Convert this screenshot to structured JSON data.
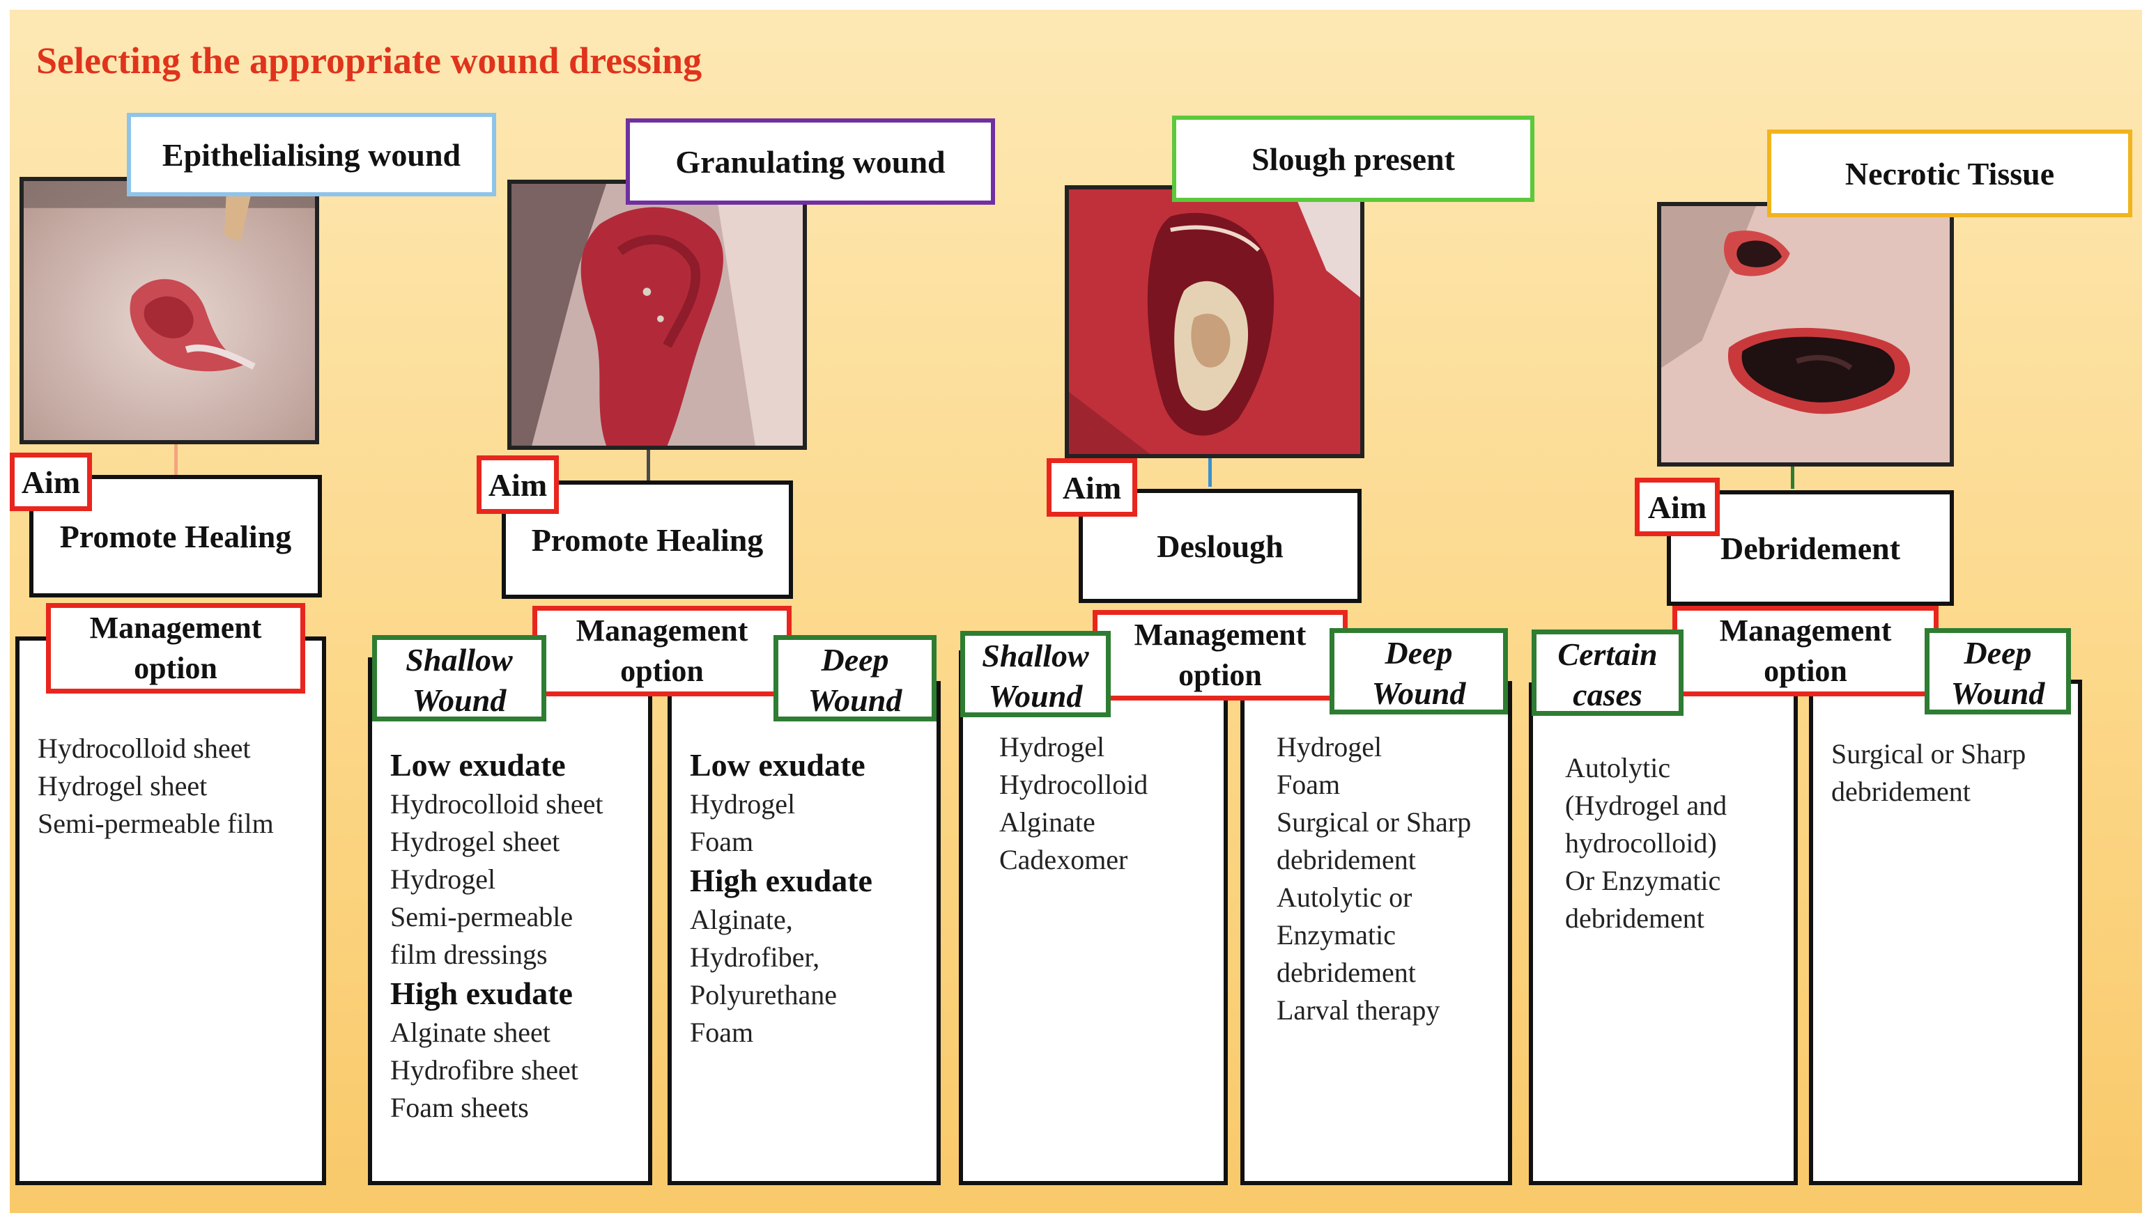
{
  "title": "Selecting the appropriate wound dressing",
  "colors": {
    "title": "#e0331c",
    "aim_border": "#e8261e",
    "tag_border": "#2e7d32",
    "epithelialising": "#8fc4ea",
    "granulating": "#7030a0",
    "slough": "#5cc83c",
    "necrotic": "#f0b41e"
  },
  "columns": [
    {
      "header": "Epithelialising  wound",
      "aim": "Aim",
      "goal": "Promote Healing",
      "management": [
        "Management",
        "option"
      ],
      "options": [
        "Hydrocolloid sheet",
        "Hydrogel sheet",
        "Semi-permeable  film"
      ]
    },
    {
      "header": "Granulating  wound",
      "aim": "Aim",
      "goal": "Promote Healing",
      "management": [
        "Management",
        "option"
      ],
      "left_tag": [
        "Shallow",
        "Wound"
      ],
      "right_tag": [
        "Deep",
        "Wound"
      ],
      "left": {
        "low_label": "Low exudate",
        "low": [
          "Hydrocolloid sheet",
          "Hydrogel sheet",
          "Hydrogel",
          "Semi-permeable",
          "film  dressings"
        ],
        "high_label": "High exudate",
        "high": [
          "Alginate  sheet",
          "Hydrofibre sheet",
          "Foam sheets"
        ]
      },
      "right": {
        "low_label": "Low exudate",
        "low": [
          "Hydrogel",
          "Foam"
        ],
        "high_label": "High exudate",
        "high": [
          "Alginate,",
          "Hydrofiber,",
          "Polyurethane",
          "Foam"
        ]
      }
    },
    {
      "header": "Slough present",
      "aim": "Aim",
      "goal": "Deslough",
      "management": [
        "Management",
        "option"
      ],
      "left_tag": [
        "Shallow",
        "Wound"
      ],
      "right_tag": [
        "Deep",
        "Wound"
      ],
      "left": [
        "Hydrogel",
        "Hydrocolloid",
        "Alginate",
        "Cadexomer"
      ],
      "right": [
        "Hydrogel",
        "Foam",
        "Surgical or Sharp",
        "debridement",
        "Autolytic  or",
        "Enzymatic",
        "debridement",
        "Larval therapy"
      ]
    },
    {
      "header": "Necrotic Tissue",
      "aim": "Aim",
      "goal": "Debridement",
      "management": [
        "Management",
        "option"
      ],
      "left_tag": [
        "Certain",
        "cases"
      ],
      "right_tag": [
        "Deep",
        "Wound"
      ],
      "left": [
        "Autolytic",
        "(Hydrogel and",
        "hydrocolloid)",
        "Or Enzymatic",
        "debridement"
      ],
      "right": [
        "Surgical or Sharp",
        "debridement"
      ]
    }
  ]
}
